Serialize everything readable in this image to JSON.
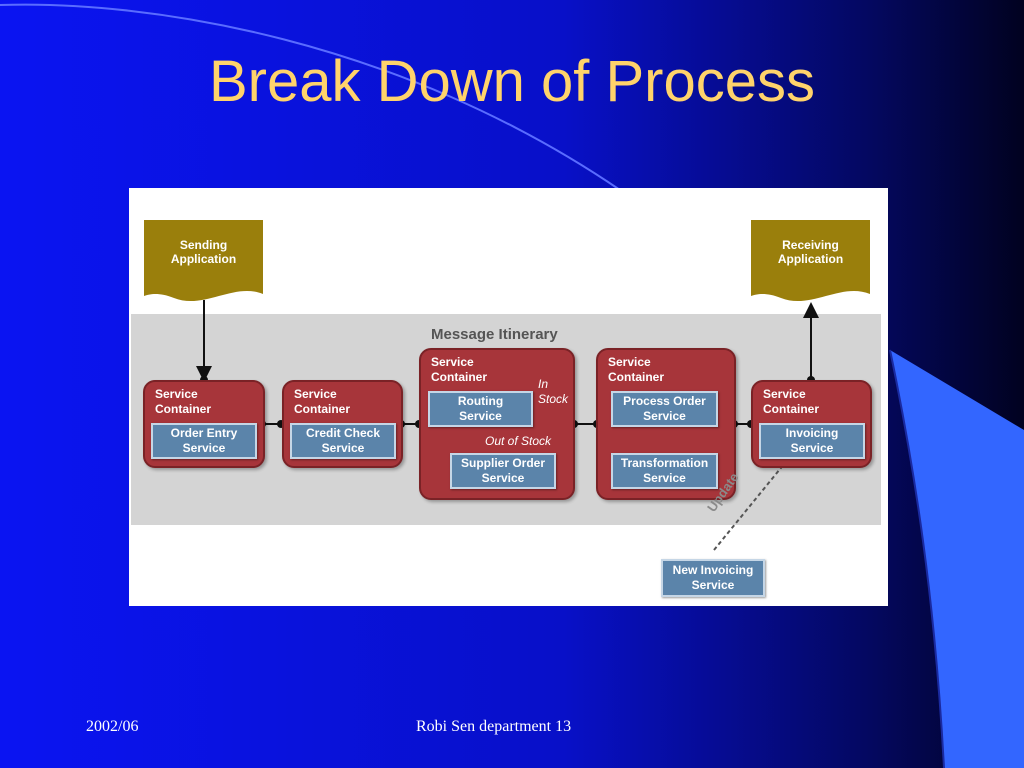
{
  "slide": {
    "title": "Break Down of Process",
    "footer_left": "2002/06",
    "footer_center": "Robi Sen department 13"
  },
  "colors": {
    "background": "#0a12f0",
    "title": "#ffd36b",
    "document": "#9a7f0c",
    "container": "#a7353a",
    "service": "#5b84aa",
    "band": "#d4d4d4"
  },
  "diagram": {
    "itinerary_title": "Message Itinerary",
    "sending_app": {
      "line1": "Sending",
      "line2": "Application"
    },
    "receiving_app": {
      "line1": "Receiving",
      "line2": "Application"
    },
    "containers": [
      {
        "label1": "Service",
        "label2": "Container",
        "service1": "Order Entry",
        "service2": "Service"
      },
      {
        "label1": "Service",
        "label2": "Container",
        "service1": "Credit Check",
        "service2": "Service"
      },
      {
        "label1": "Service",
        "label2": "Container",
        "routing1": "Routing",
        "routing2": "Service",
        "supplier1": "Supplier Order",
        "supplier2": "Service",
        "in_stock1": "In",
        "in_stock2": "Stock",
        "out_of_stock": "Out of Stock"
      },
      {
        "label1": "Service",
        "label2": "Container",
        "process1": "Process Order",
        "process2": "Service",
        "transform1": "Transformation",
        "transform2": "Service"
      },
      {
        "label1": "Service",
        "label2": "Container",
        "service1": "Invoicing",
        "service2": "Service"
      }
    ],
    "new_invoicing": {
      "line1": "New Invoicing",
      "line2": "Service"
    },
    "update_label": "Update"
  }
}
